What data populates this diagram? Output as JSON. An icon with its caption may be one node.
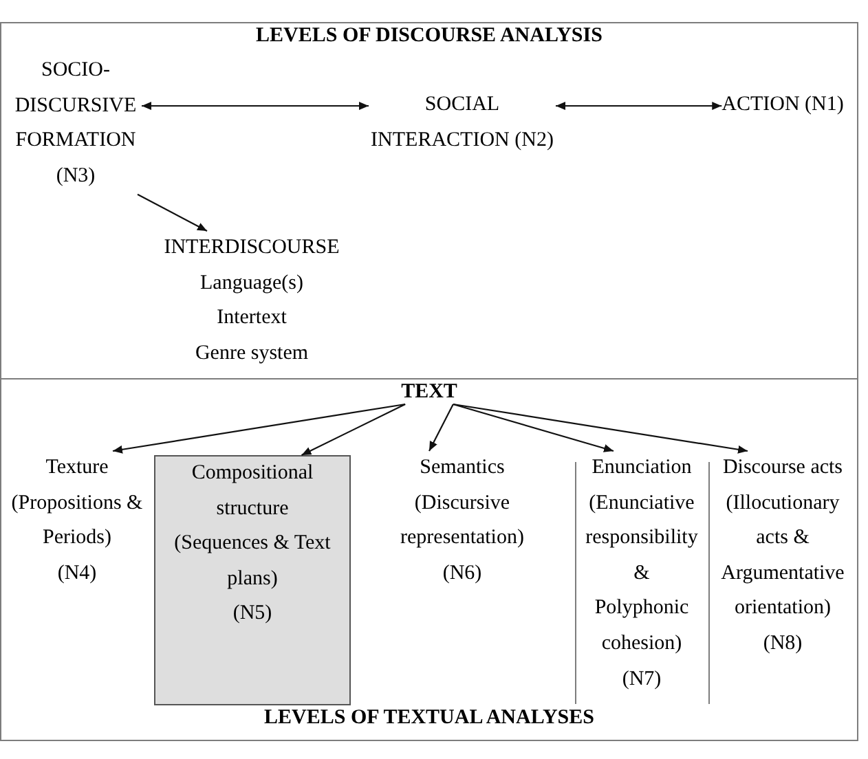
{
  "diagram": {
    "nodes": [
      {
        "text": [
          "LEVELS OF DISCOURSE ANALYSIS"
        ]
      },
      {
        "text": [
          "SOCIO-DISCURSIVE FORMATION (N3)"
        ],
        "in": 0
      },
      {
        "text": [
          "SOCIAL INTERACTION (N2)"
        ],
        "in": 0
      },
      {
        "text": [
          "ACTION (N1)"
        ],
        "in": 0
      },
      {
        "text": [
          "INTERDISCOURSE",
          "Language(s)",
          "Intertext",
          "Genre system"
        ],
        "in": 0
      },
      {
        "text": [
          "LEVELS OF TEXTUAL ANALYSES"
        ]
      },
      {
        "text": [
          "TEXT"
        ],
        "in": 5
      },
      {
        "text": [
          "Texture (Propositions & Periods)",
          "(N4)"
        ],
        "in": 5
      },
      {
        "text": [
          "Compositional structure (Sequences & Text plans)",
          "(N5)"
        ],
        "in": 5
      },
      {
        "text": [
          "Semantics (Discursive representation)",
          "(N6)"
        ],
        "in": 5
      },
      {
        "text": [
          "Enunciation (Enunciative responsibility & Polyphonic cohesion)",
          "(N7)"
        ],
        "in": 5
      },
      {
        "text": [
          "Discourse acts (Illocutionary acts & Argumentative orientation)",
          "(N8)"
        ],
        "in": 5
      }
    ],
    "edges": [
      {
        "from": 1,
        "to": 2,
        "arrow": "both"
      },
      {
        "from": 2,
        "to": 3,
        "arrow": "both"
      },
      {
        "from": 1,
        "to": 4,
        "arrow": "to"
      },
      {
        "from": 6,
        "to": 7,
        "arrow": "to"
      },
      {
        "from": 6,
        "to": 8,
        "arrow": "to"
      },
      {
        "from": 6,
        "to": 9,
        "arrow": "to"
      },
      {
        "from": 6,
        "to": 10,
        "arrow": "to"
      },
      {
        "from": 6,
        "to": 11,
        "arrow": "to"
      }
    ]
  }
}
